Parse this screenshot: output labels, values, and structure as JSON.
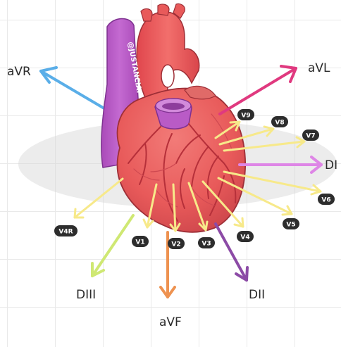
{
  "limb_leads": {
    "avr": "aVR",
    "avl": "aVL",
    "di": "DI",
    "dii": "DII",
    "diii": "DIII",
    "avf": "aVF"
  },
  "precordial_leads": {
    "v4r": "V4R",
    "v1": "V1",
    "v2": "V2",
    "v3": "V3",
    "v4": "V4",
    "v5": "V5",
    "v6": "V6",
    "v7": "V7",
    "v8": "V8",
    "v9": "V9"
  },
  "watermark": "@JUSTANCIAP",
  "colors": {
    "avr_arrow": "#5aaee8",
    "avl_arrow": "#e0397f",
    "di_arrow": "#de86e6",
    "dii_arrow": "#8c4ba6",
    "diii_arrow": "#cfe873",
    "avf_arrow": "#ee9250",
    "precordial_arrow": "#f7e98a",
    "heart_red": "#e85a5a",
    "heart_dark": "#c83f45",
    "vessel_purple": "#b95bc6",
    "label_badge": "#2d2d2d"
  }
}
